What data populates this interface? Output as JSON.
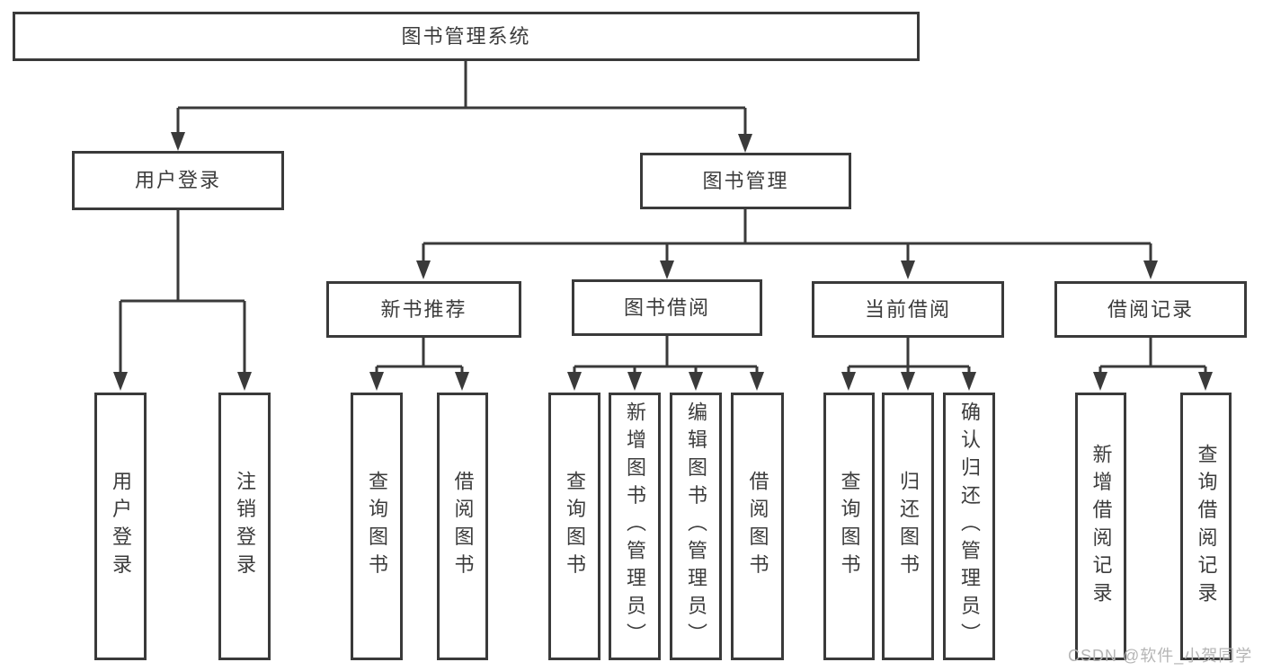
{
  "diagram": {
    "root": "图书管理系统",
    "user_login_branch": {
      "label": "用户登录",
      "children": [
        "用户登录",
        "注销登录"
      ]
    },
    "book_mgmt_branch": {
      "label": "图书管理",
      "sections": [
        {
          "label": "新书推荐",
          "children": [
            "查询图书",
            "借阅图书"
          ]
        },
        {
          "label": "图书借阅",
          "children": [
            "查询图书",
            "新增图书（管理员）",
            "编辑图书（管理员）",
            "借阅图书"
          ]
        },
        {
          "label": "当前借阅",
          "children": [
            "查询图书",
            "归还图书",
            "确认归还（管理员）"
          ]
        },
        {
          "label": "借阅记录",
          "children": [
            "新增借阅记录",
            "查询借阅记录"
          ]
        }
      ]
    }
  },
  "watermark": "CSDN @软件_小贺同学",
  "colors": {
    "line": "#3a3a3a",
    "text": "#3c3c3c",
    "watermark": "#b5b5b5",
    "background": "#ffffff"
  }
}
